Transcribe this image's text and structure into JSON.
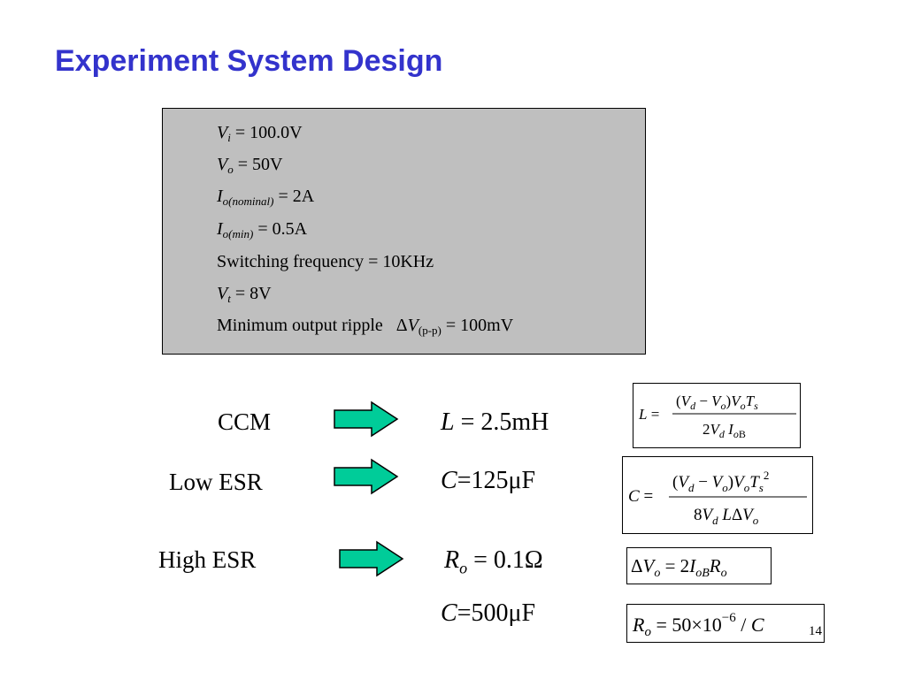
{
  "title": "Experiment System Design",
  "specs": {
    "vi": {
      "sym": "V",
      "sub": "i",
      "rest": " = 100.0V"
    },
    "vo": {
      "sym": "V",
      "sub": "o",
      "rest": " = 50V"
    },
    "io_nominal": {
      "sym": "I",
      "sub": "o(nominal)",
      "rest": " = 2A"
    },
    "io_min": {
      "sym": "I",
      "sub": "o(min)",
      "rest": " = 0.5A"
    },
    "switching": "Switching frequency = 10KHz",
    "vt": {
      "sym": "V",
      "sub": "t",
      "rest": " = 8V"
    },
    "ripple": {
      "text": "Minimum output ripple   Δ",
      "sym": "V",
      "sub": "(p-p)",
      "rest": " = 100mV"
    }
  },
  "rows": {
    "ccm": {
      "label": "CCM",
      "result_sym": "L",
      "result_rest": " = 2.5mH"
    },
    "low_esr": {
      "label": "Low ESR",
      "result_sym": "C",
      "result_rest": "=125μF"
    },
    "high_esr": {
      "label": "High ESR",
      "result_sym": "R",
      "result_sub": "o",
      "result_rest": " = 0.1Ω"
    },
    "extra": {
      "result_sym": "C",
      "result_rest": "=500μF"
    }
  },
  "formulas": {
    "l": {
      "lhs": "L",
      "num": "(V_d − V_o)V_o T_s",
      "den": "2V_d I_oB"
    },
    "c": {
      "lhs": "C",
      "num": "(V_d − V_o)V_o T_s^2",
      "den": "8V_d LΔV_o"
    },
    "dvo": "ΔV_o = 2I_oB R_o",
    "ro": "R_o = 50×10^−6 / C"
  },
  "page_number": "14",
  "colors": {
    "title": "#3333cc",
    "box_bg": "#bfbfbf",
    "arrow": "#00cc99"
  }
}
